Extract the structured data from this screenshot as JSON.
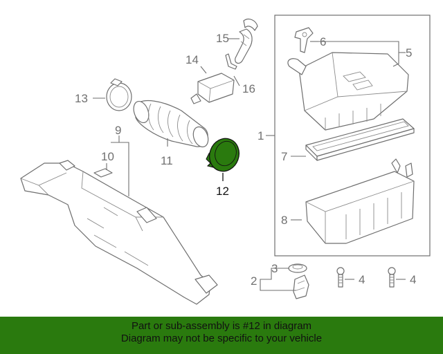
{
  "diagram": {
    "callouts": {
      "c1": "1",
      "c2": "2",
      "c3": "3",
      "c4a": "4",
      "c4b": "4",
      "c5": "5",
      "c6": "6",
      "c7": "7",
      "c8": "8",
      "c9": "9",
      "c10": "10",
      "c11": "11",
      "c12": "12",
      "c13": "13",
      "c14": "14",
      "c15": "15",
      "c16": "16"
    },
    "highlight_color": "#2a7a0e",
    "line_color": "#6e6e6e"
  },
  "banner": {
    "line1": "Part or sub-assembly is #12 in diagram",
    "line2": "Diagram may not be specific to your vehicle",
    "background": "#2a7a0e"
  }
}
